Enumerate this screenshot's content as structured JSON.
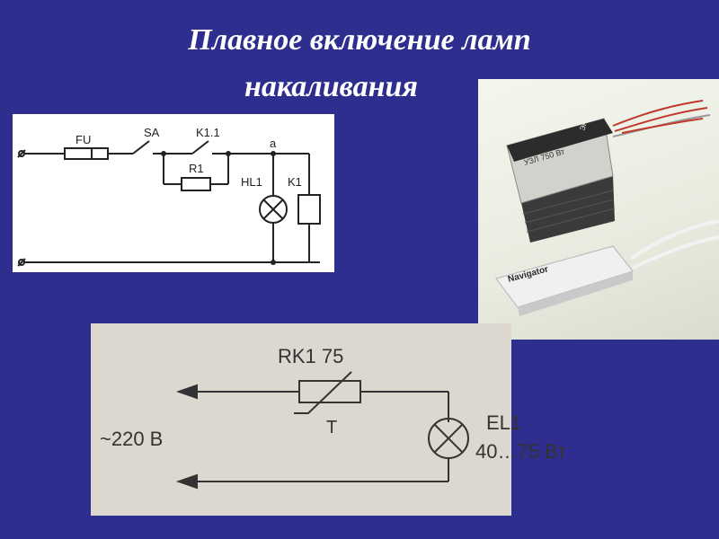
{
  "title": {
    "line1": "Плавное включение ламп",
    "line2": "накаливания"
  },
  "circuit1": {
    "fuse": "FU",
    "switch": "SA",
    "relay_contact": "K1.1",
    "resistor": "R1",
    "node": "a",
    "lamp": "HL1",
    "relay_coil": "K1"
  },
  "photo": {
    "device1_label": "УЗЛ 750 Вт",
    "device1_brand": "ЭРА",
    "device2_brand": "Navigator"
  },
  "circuit2": {
    "thermistor_label": "RK1 75",
    "thermistor_symbol": "T",
    "source": "~220 В",
    "lamp_name": "EL1",
    "lamp_power": "40…75 Вт"
  }
}
